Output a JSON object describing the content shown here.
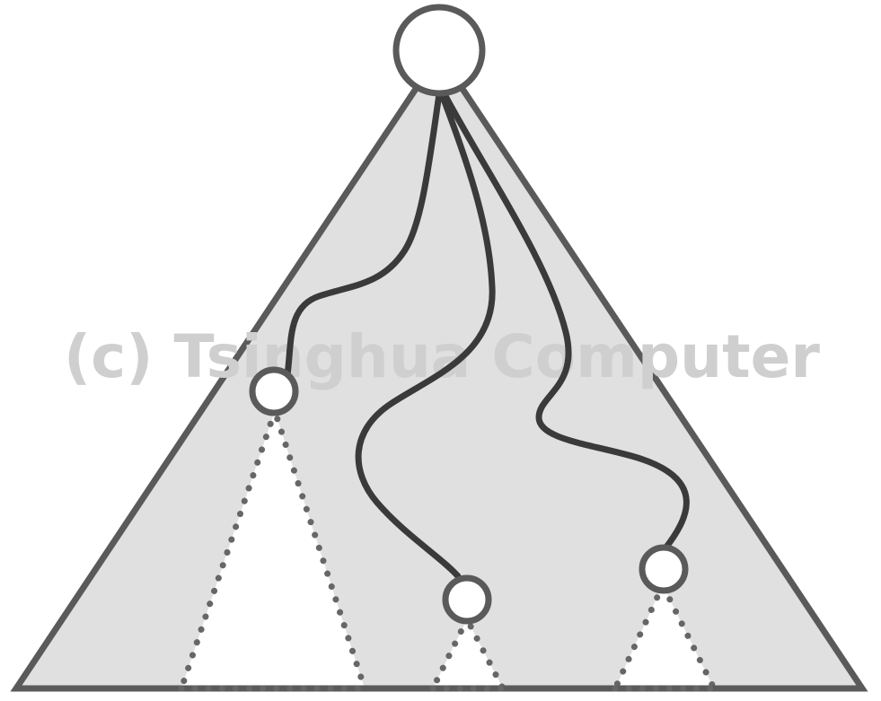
{
  "diagram": {
    "watermark": "(c) Tsinghua Computer",
    "colors": {
      "outer_fill": "#e0e0e0",
      "outer_stroke": "#5a5a5a",
      "path_stroke": "#3a3a3a",
      "node_fill": "#ffffff",
      "node_stroke": "#5a5a5a",
      "subtree_fill": "#ffffff",
      "subtree_stroke": "#666666",
      "watermark": "#cfcfcf"
    },
    "nodes": [
      {
        "id": "root",
        "kind": "root-node"
      },
      {
        "id": "left-child",
        "kind": "child-node"
      },
      {
        "id": "middle-child",
        "kind": "child-node"
      },
      {
        "id": "right-child",
        "kind": "child-node"
      }
    ],
    "subtrees": [
      {
        "id": "left-subtree",
        "style": "dotted"
      },
      {
        "id": "middle-subtree",
        "style": "dotted"
      },
      {
        "id": "right-subtree",
        "style": "dotted"
      }
    ],
    "paths": [
      {
        "id": "path-root-to-left"
      },
      {
        "id": "path-root-to-middle"
      },
      {
        "id": "path-root-to-right"
      }
    ]
  }
}
